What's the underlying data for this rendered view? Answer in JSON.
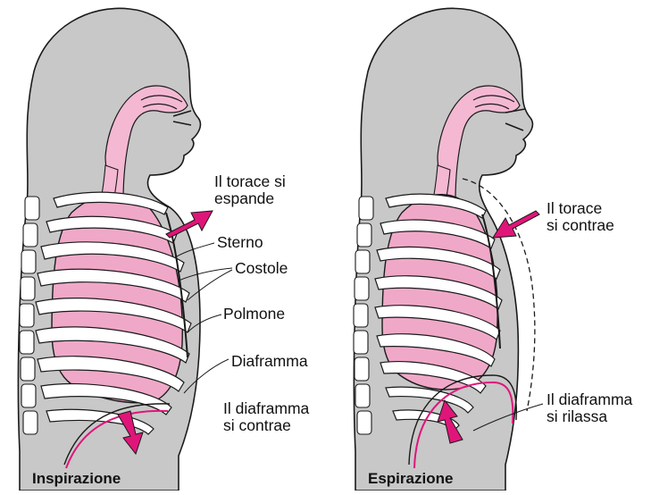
{
  "panels": [
    {
      "caption": "Inspirazione",
      "labels": {
        "chest": "Il torace si\nespande",
        "sternum": "Sterno",
        "ribs": "Costole",
        "lung": "Polmone",
        "diaphragm": "Diaframma",
        "diaphragm_action": "Il diaframma\nsi contrae"
      }
    },
    {
      "caption": "Espirazione",
      "labels": {
        "chest": "Il torace\nsi contrae",
        "diaphragm_action": "Il diaframma\nsi rilassa"
      }
    }
  ],
  "colors": {
    "body": "#c8c8c8",
    "lung": "#f0a8c8",
    "lung_dark": "#e27aa8",
    "arrow": "#e0157a",
    "rib": "#ffffff",
    "outline": "#1a1a1a",
    "airway": "#f4b8d2"
  }
}
